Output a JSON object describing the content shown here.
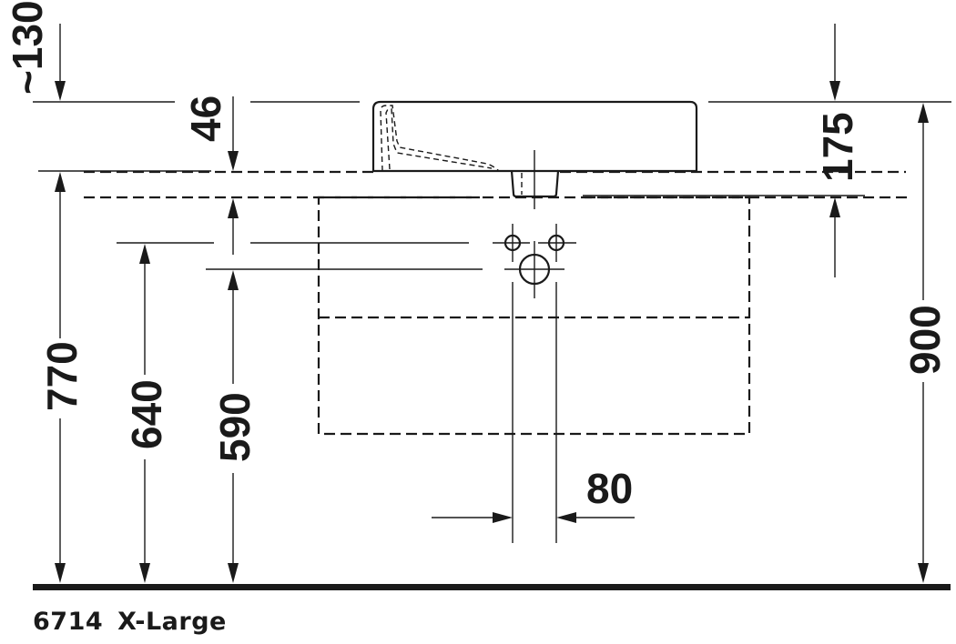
{
  "drawing": {
    "type": "technical-dimension-drawing",
    "subject": "washbasin above vanity unit, front elevation",
    "units": "mm",
    "colors": {
      "line": "#1a1a1a",
      "background": "#ffffff"
    }
  },
  "dimensions": {
    "basin_top_offset": {
      "label": "~130",
      "orientation": "vertical"
    },
    "basin_rim_to_counter": {
      "label": "46",
      "orientation": "vertical"
    },
    "basin_height": {
      "label": "175",
      "orientation": "vertical"
    },
    "total_height": {
      "label": "900",
      "orientation": "vertical"
    },
    "counter_height": {
      "label": "770",
      "orientation": "vertical"
    },
    "supply_height": {
      "label": "640",
      "orientation": "vertical"
    },
    "drain_height": {
      "label": "590",
      "orientation": "vertical"
    },
    "supply_spacing": {
      "label": "80",
      "orientation": "horizontal"
    }
  },
  "caption": {
    "model_number": "6714",
    "size": "X-Large"
  }
}
